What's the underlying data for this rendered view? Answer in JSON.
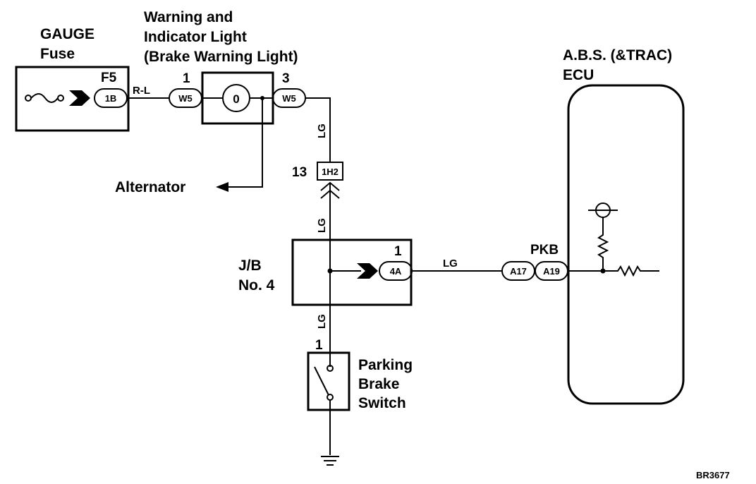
{
  "labels": {
    "gauge_fuse_line1": "GAUGE",
    "gauge_fuse_line2": "Fuse",
    "warning_light_line1": "Warning and",
    "warning_light_line2": "Indicator Light",
    "warning_light_line3": "(Brake Warning Light)",
    "abs_ecu_line1": "A.B.S. (&TRAC)",
    "abs_ecu_line2": "ECU",
    "alternator": "Alternator",
    "jb_line1": "J/B",
    "jb_line2": "No. 4",
    "parking_switch_line1": "Parking",
    "parking_switch_line2": "Brake",
    "parking_switch_line3": "Switch",
    "drawing_ref": "BR3677"
  },
  "pins": {
    "fuse_pin": "F5",
    "w5_left_pin": "1",
    "w5_right_pin": "3",
    "ih2_pin": "13",
    "jb_pin": "1",
    "ecu_terminal": "PKB",
    "switch_pin": "1"
  },
  "connectors": {
    "fuse_conn": "1B",
    "w5_left": "W5",
    "w5_right": "W5",
    "ih2": "1H2",
    "jb_conn": "4A",
    "a17": "A17",
    "a19": "A19"
  },
  "wire_colors": {
    "fuse_to_light": "R-L",
    "light_to_ih2": "LG",
    "ih2_to_jb": "LG",
    "jb_to_ecu": "LG",
    "jb_to_switch": "LG"
  },
  "bulb_symbol": "0"
}
